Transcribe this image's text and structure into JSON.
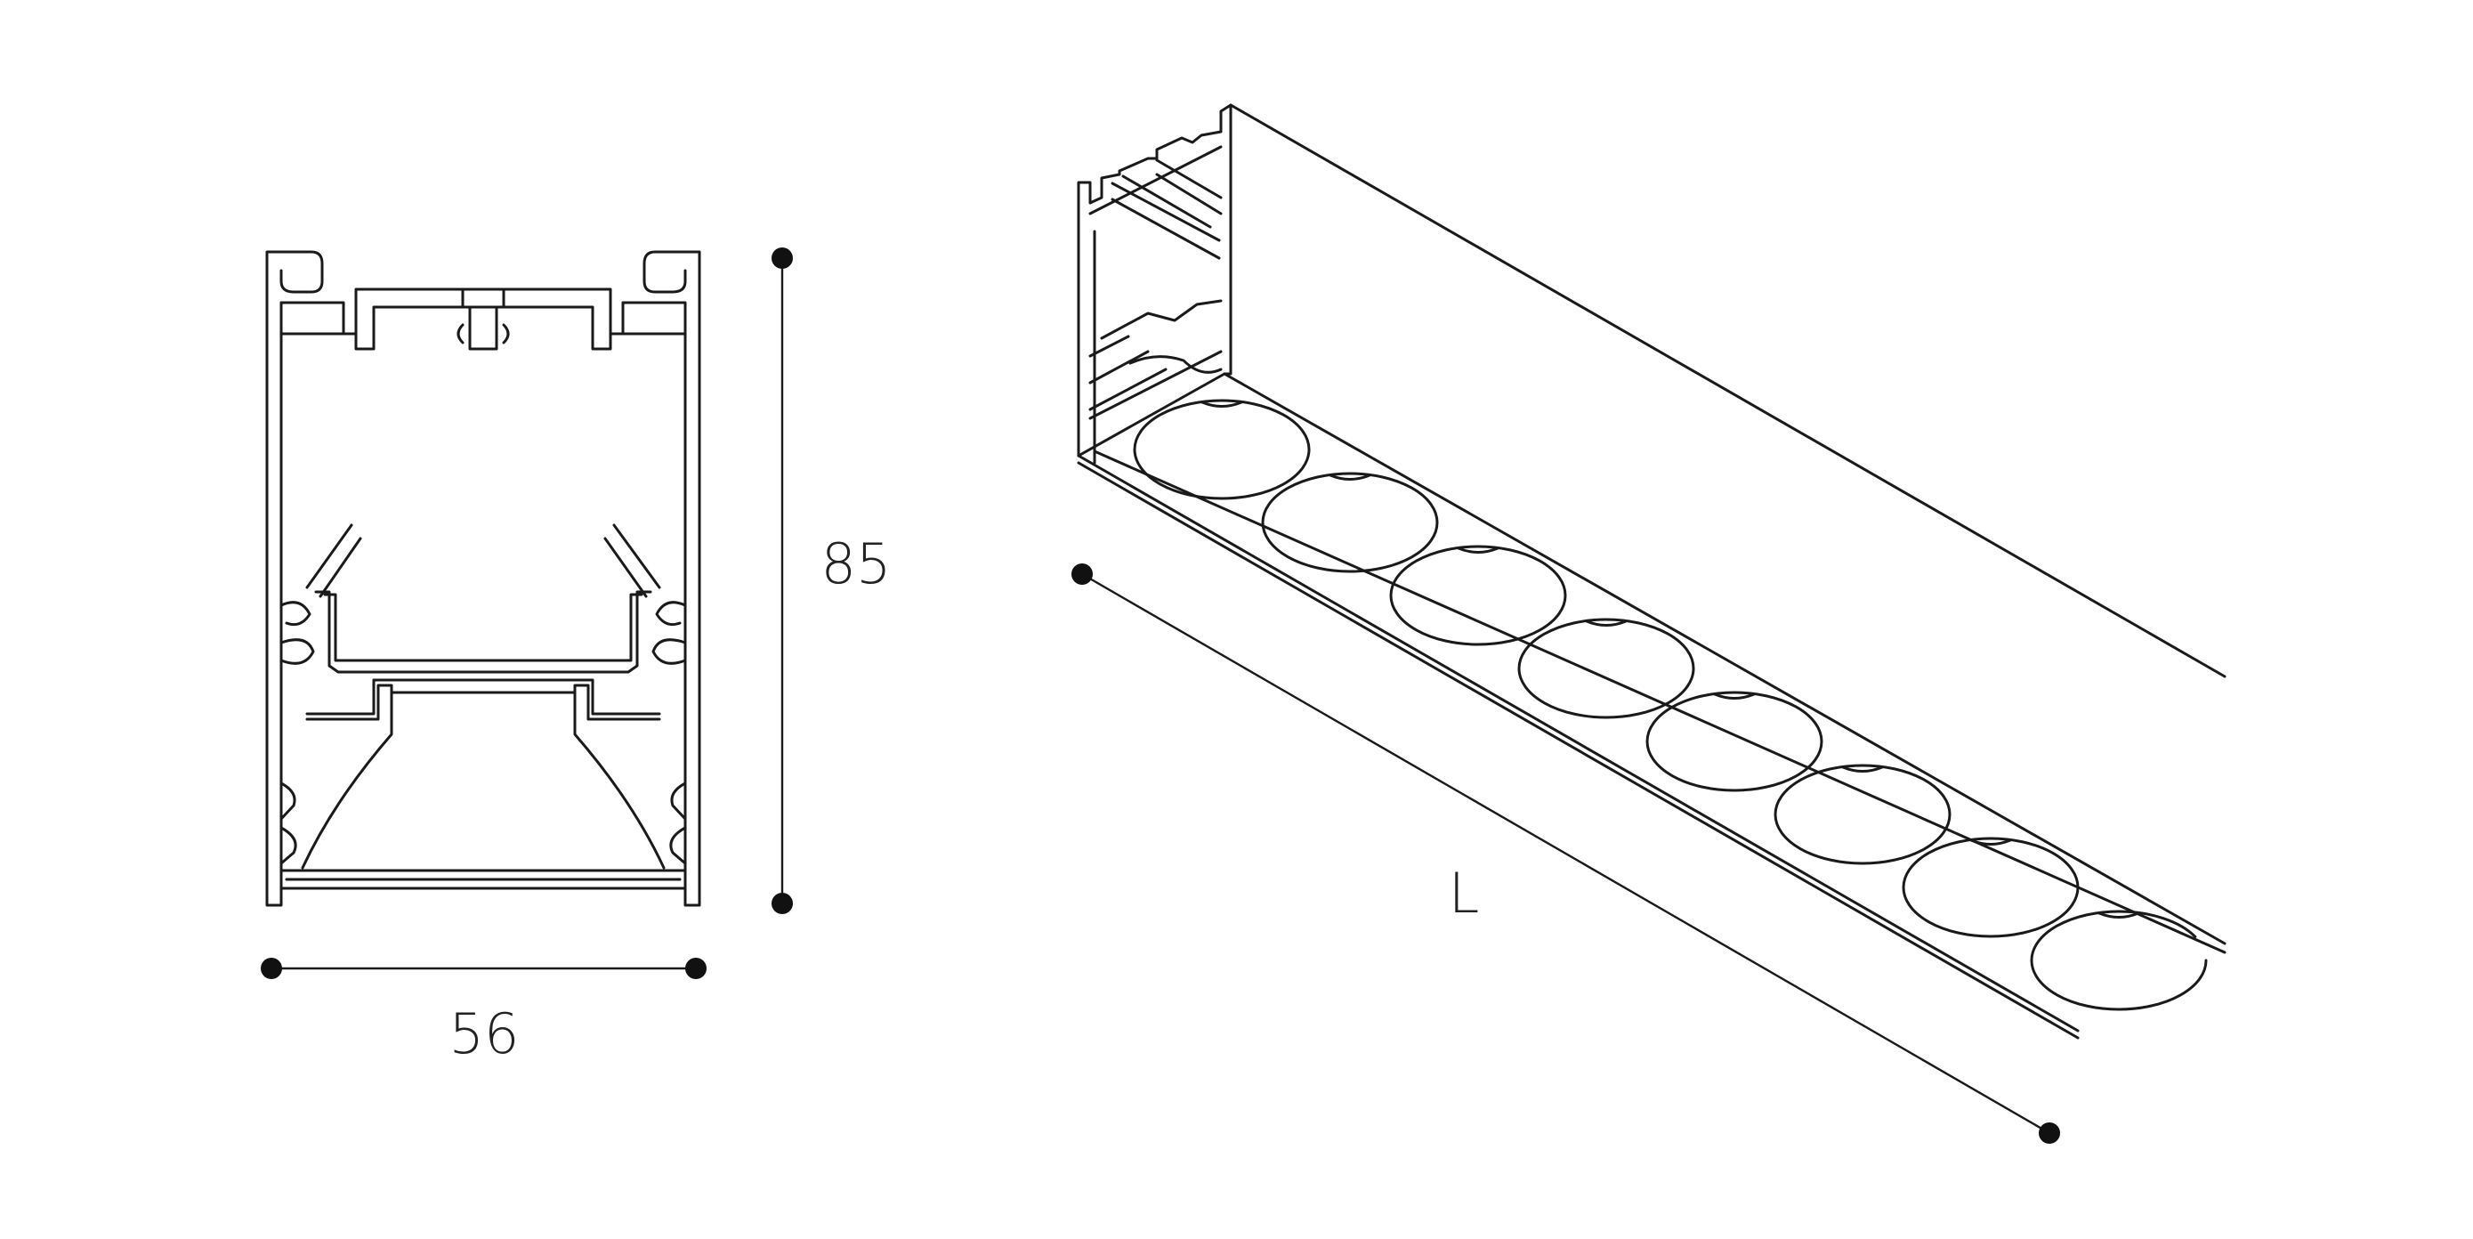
{
  "dimensions": {
    "width_label": "56",
    "height_label": "85",
    "length_label": "L"
  },
  "views": {
    "section": "cross-section",
    "isometric": "perspective"
  },
  "stroke_color": "#1a1a1a",
  "background_color": "#ffffff",
  "lens_count": 8
}
